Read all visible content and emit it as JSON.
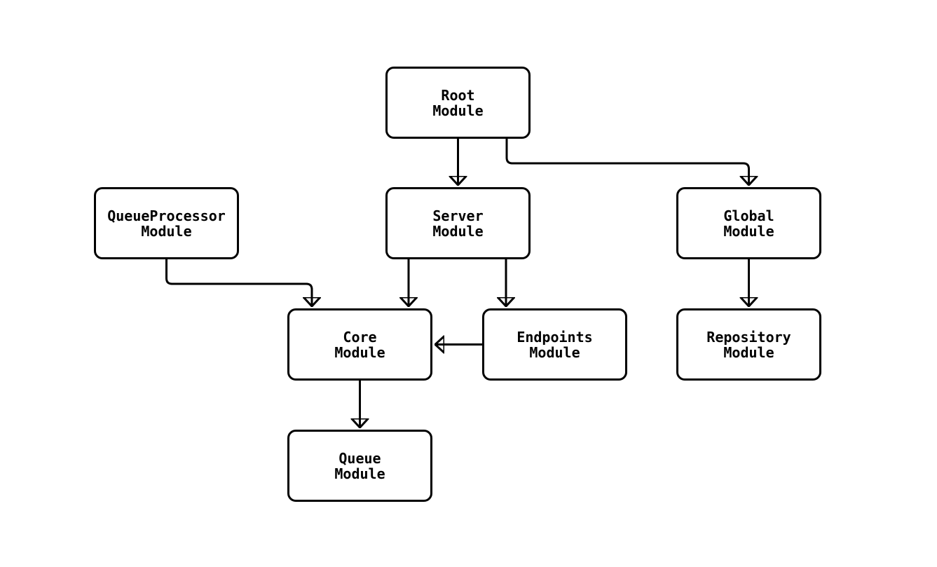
{
  "diagram": {
    "type": "flowchart",
    "background": "#ffffff",
    "node_fill": "#ffffff",
    "node_border_color": "#000000",
    "edge_color": "#000000",
    "text_color": "#000000",
    "nodes": [
      {
        "id": "root",
        "line1": "Root",
        "line2": "Module"
      },
      {
        "id": "server",
        "line1": "Server",
        "line2": "Module"
      },
      {
        "id": "global",
        "line1": "Global",
        "line2": "Module"
      },
      {
        "id": "queueprocessor",
        "line1": "QueueProcessor",
        "line2": "Module"
      },
      {
        "id": "core",
        "line1": "Core",
        "line2": "Module"
      },
      {
        "id": "endpoints",
        "line1": "Endpoints",
        "line2": "Module"
      },
      {
        "id": "repository",
        "line1": "Repository",
        "line2": "Module"
      },
      {
        "id": "queue",
        "line1": "Queue",
        "line2": "Module"
      }
    ],
    "edges": [
      {
        "from": "root",
        "to": "server"
      },
      {
        "from": "root",
        "to": "global"
      },
      {
        "from": "queueprocessor",
        "to": "core"
      },
      {
        "from": "server",
        "to": "core"
      },
      {
        "from": "server",
        "to": "endpoints"
      },
      {
        "from": "endpoints",
        "to": "core"
      },
      {
        "from": "global",
        "to": "repository"
      },
      {
        "from": "core",
        "to": "queue"
      }
    ]
  }
}
